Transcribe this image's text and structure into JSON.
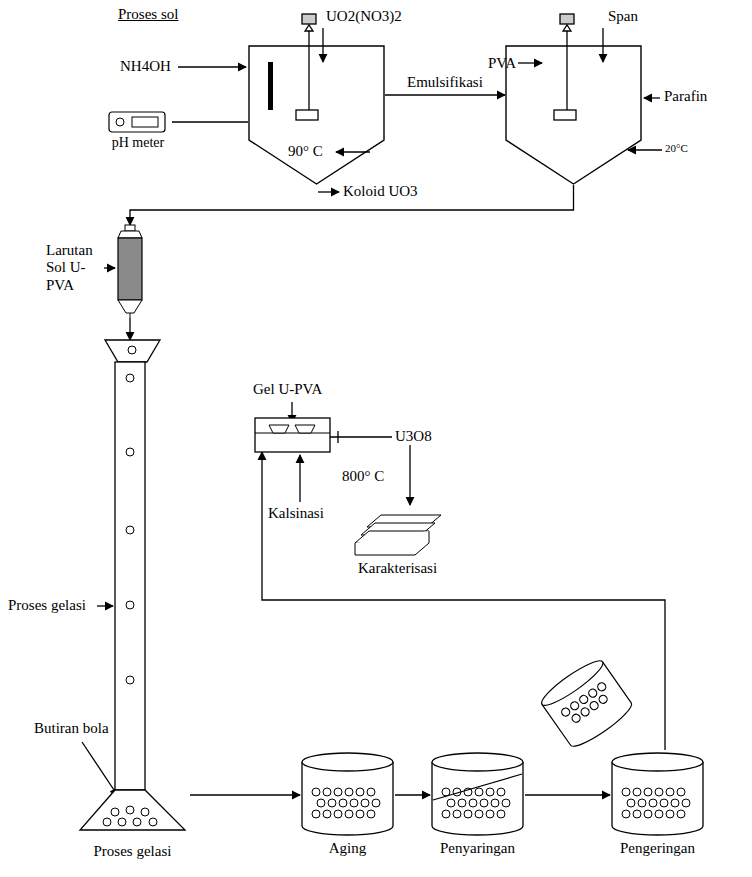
{
  "diagram": {
    "title": "Proses sol",
    "nodes": [
      {
        "text": [
          "90° C"
        ]
      },
      {
        "text": [
          "pH meter"
        ]
      },
      {
        "text": [
          "20°C"
        ]
      },
      {
        "text": [
          "Larutan Sol U-PVA"
        ]
      },
      {
        "text": [
          "Gel U-PVA"
        ]
      },
      {
        "text": [
          "Karakterisasi"
        ]
      },
      {
        "text": [
          "Proses gelasi"
        ]
      },
      {
        "text": [
          "Aging"
        ]
      },
      {
        "text": [
          "Penyaringan"
        ]
      },
      {
        "text": [
          "Pengeringan"
        ]
      }
    ],
    "edges": [
      {
        "from": 1,
        "to": 0,
        "arrow": "none"
      },
      {
        "from": 0,
        "to": 2,
        "label": "Emulsifikasi",
        "arrow": "to"
      },
      {
        "from": 2,
        "to": 3,
        "arrow": "to"
      },
      {
        "from": 3,
        "to": 6,
        "arrow": "to"
      },
      {
        "from": 6,
        "to": 7,
        "arrow": "to"
      },
      {
        "from": 7,
        "to": 8,
        "arrow": "to"
      },
      {
        "from": 8,
        "to": 9,
        "arrow": "to"
      },
      {
        "from": 9,
        "to": 4,
        "arrow": "to"
      },
      {
        "from": 4,
        "to": 5,
        "label": "U3O8",
        "arrow": "to"
      }
    ],
    "labels": [
      "NH4OH",
      "UO2(NO3)2",
      "Koloid UO3",
      "PVA",
      "Span",
      "Parafin",
      "Proses gelasi",
      "Butiran bola",
      "800° C",
      "Kalsinasi"
    ]
  }
}
